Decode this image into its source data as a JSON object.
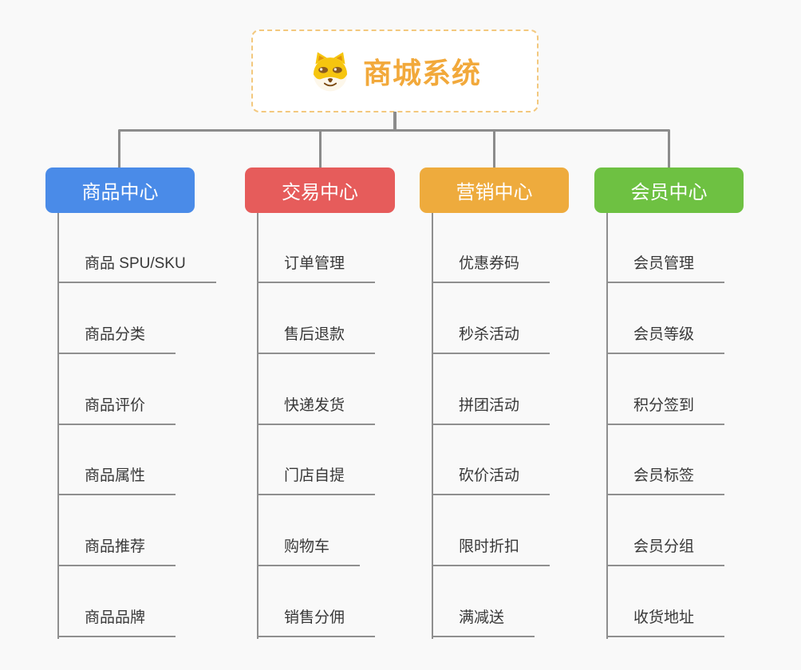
{
  "canvas": {
    "background_color": "#f9f9f9",
    "connector_color": "#8c8c8c",
    "leaf_line_color": "#8f8f8f",
    "leaf_text_color": "#383838"
  },
  "root": {
    "title": "商城系统",
    "title_color": "#f2a93b",
    "border_color": "#f3c87e",
    "icon": "dog-face-icon"
  },
  "branches": [
    {
      "label": "商品中心",
      "color": "#4a8be8",
      "items": [
        "商品 SPU/SKU",
        "商品分类",
        "商品评价",
        "商品属性",
        "商品推荐",
        "商品品牌"
      ]
    },
    {
      "label": "交易中心",
      "color": "#e65c5b",
      "items": [
        "订单管理",
        "售后退款",
        "快递发货",
        "门店自提",
        "购物车",
        "销售分佣"
      ]
    },
    {
      "label": "营销中心",
      "color": "#eeab3d",
      "items": [
        "优惠券码",
        "秒杀活动",
        "拼团活动",
        "砍价活动",
        "限时折扣",
        "满减送"
      ]
    },
    {
      "label": "会员中心",
      "color": "#6ec142",
      "items": [
        "会员管理",
        "会员等级",
        "积分签到",
        "会员标签",
        "会员分组",
        "收货地址"
      ]
    }
  ]
}
